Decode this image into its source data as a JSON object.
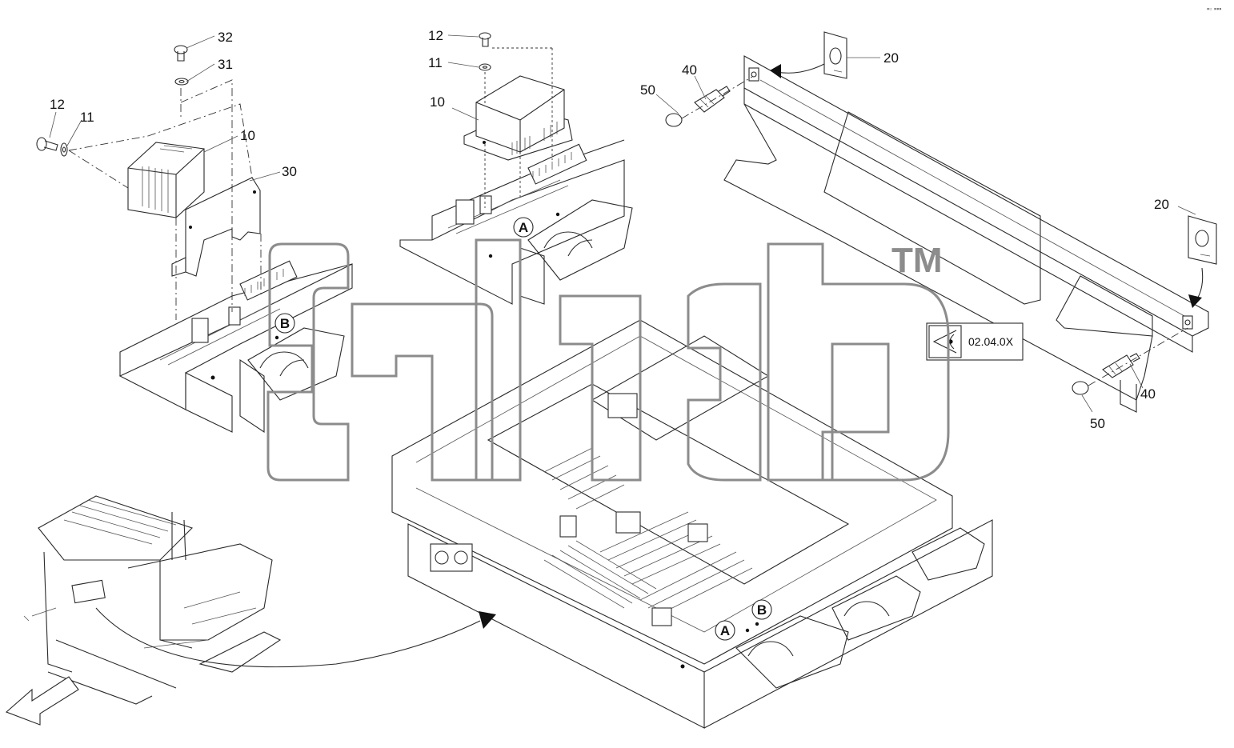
{
  "callouts": {
    "left_32": "32",
    "left_31": "31",
    "left_12": "12",
    "left_11": "11",
    "left_10": "10",
    "left_30": "30",
    "mid_12": "12",
    "mid_11": "11",
    "mid_10": "10",
    "top_40": "40",
    "top_50": "50",
    "top_20": "20",
    "right_20": "20",
    "right_40": "40",
    "right_50": "50"
  },
  "markers": {
    "a_top": "A",
    "b_left": "B",
    "a_bottom": "A",
    "b_bottom": "B"
  },
  "view_reference": "02.04.0X",
  "watermark": {
    "trademark": "TM"
  },
  "corner_mark": "▪▫ ▪▪▪",
  "icons": [
    "eye-icon",
    "curved-arrow-icon",
    "hollow-arrow-icon"
  ]
}
